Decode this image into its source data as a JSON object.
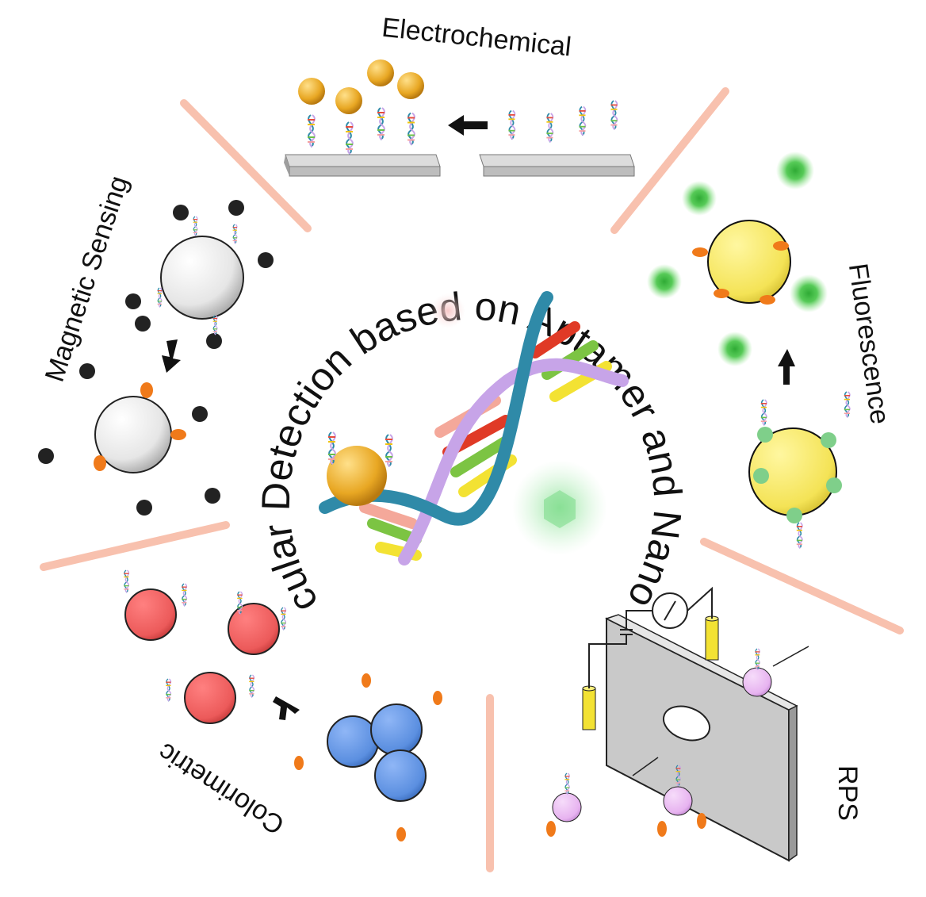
{
  "title": "Biomolecular Detection based on Aptamer and Nanoparticles",
  "sections": {
    "electrochemical": "Electrochemical",
    "fluorescence": "Fluorescence",
    "rps": "RPS",
    "colorimetric": "Colorimetric",
    "magnetic": "Magnetic Sensing"
  },
  "colors": {
    "divider": "#f7b7a0",
    "gold_np": "#e8a723",
    "yellow_np": "#f4e356",
    "red_np": "#ec5a5a",
    "blue_np": "#5b8fe0",
    "violet_np": "#e7b3f0",
    "green_glow": "#39c13a",
    "dna_teal": "#2f8aa8",
    "dna_violet": "#c7a4e8"
  },
  "icons": [
    "dna-helix-icon",
    "nanoparticle-icon",
    "electrode-icon",
    "ammeter-icon",
    "arrow-icon"
  ]
}
